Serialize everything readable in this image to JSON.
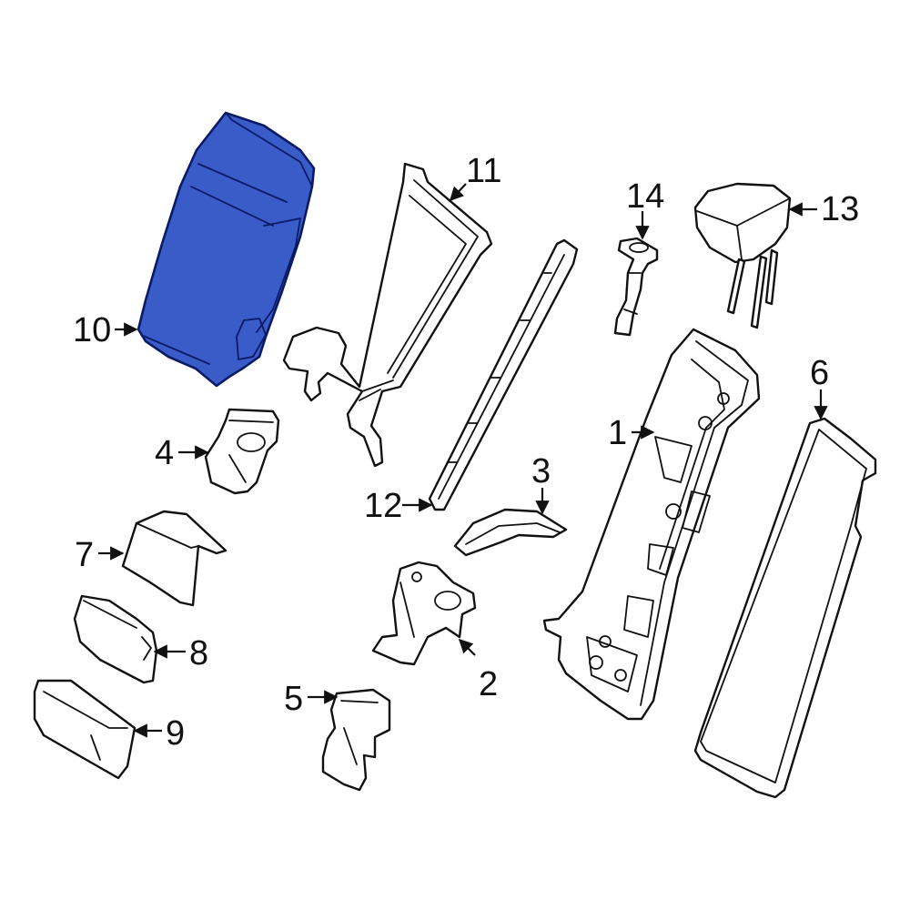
{
  "highlight_color": "#3a5cc8",
  "callouts": [
    {
      "id": "1",
      "text": "1"
    },
    {
      "id": "2",
      "text": "2"
    },
    {
      "id": "3",
      "text": "3"
    },
    {
      "id": "4",
      "text": "4"
    },
    {
      "id": "5",
      "text": "5"
    },
    {
      "id": "6",
      "text": "6"
    },
    {
      "id": "7",
      "text": "7"
    },
    {
      "id": "8",
      "text": "8"
    },
    {
      "id": "9",
      "text": "9"
    },
    {
      "id": "10",
      "text": "10"
    },
    {
      "id": "11",
      "text": "11"
    },
    {
      "id": "12",
      "text": "12"
    },
    {
      "id": "13",
      "text": "13"
    },
    {
      "id": "14",
      "text": "14"
    }
  ]
}
